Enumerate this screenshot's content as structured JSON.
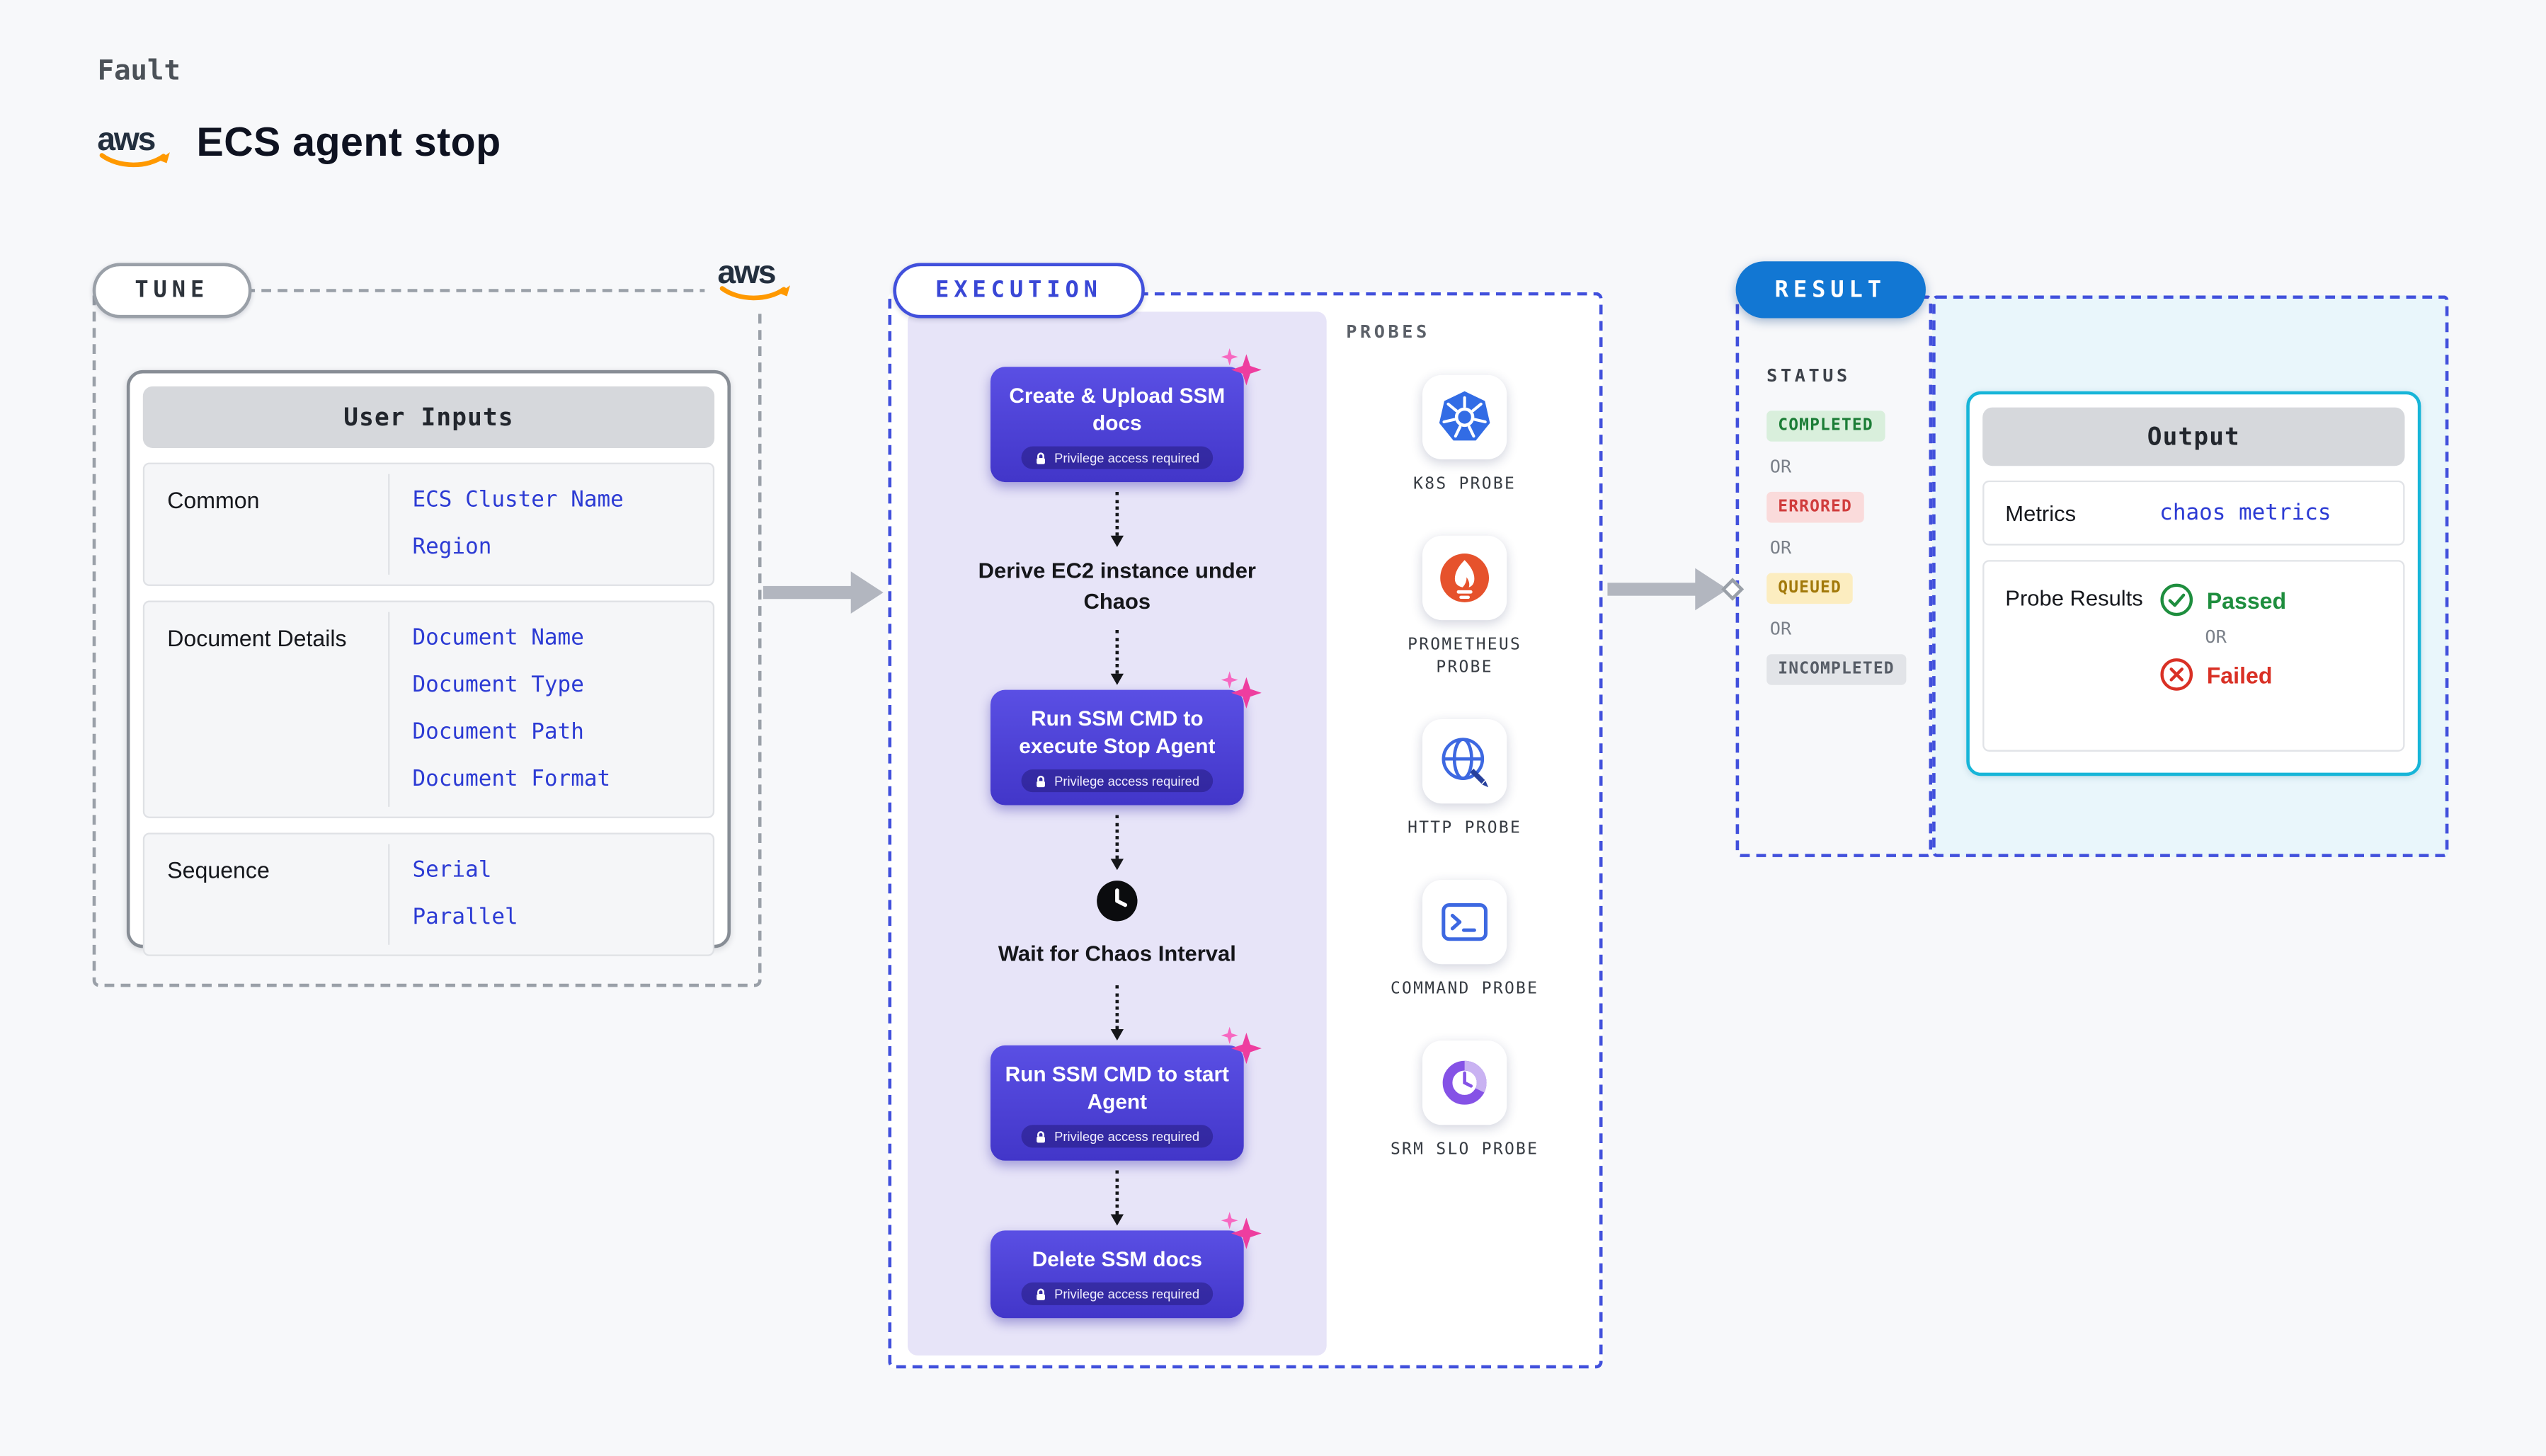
{
  "colors": {
    "page-bg": "#f7f8fa",
    "accent-purple": "#4c40da",
    "panel-purple": "#e7e4f8",
    "exec-blue": "#4150dc",
    "result-blue": "#1277d3",
    "cyan": "#17b5d8",
    "cyan-bg": "#e9f6fb",
    "link-blue": "#2c3bd4",
    "green": "#1e8e3e",
    "red": "#d93025",
    "yellow": "#a2790a",
    "gray-arrow": "#b2b6bf",
    "sparkle-pink": "#ee3d9f",
    "aws-orange": "#ff9900"
  },
  "icons": {
    "aws-logo": "aws smile arrow",
    "sparkle": "✦",
    "lock": "🔒",
    "clock": "🕐",
    "k8s-probe": "kubernetes helm wheel",
    "prometheus-probe": "flame",
    "http-probe": "globe",
    "command-probe": ">_",
    "srm-slo-probe": "purple gauge ring",
    "check": "✓",
    "cross": "✕",
    "flow-arrow": "→"
  },
  "header": {
    "fault_label": "Fault",
    "title": "ECS agent stop",
    "aws_logo_text": "aws"
  },
  "tune": {
    "pill": "TUNE",
    "card_title": "User Inputs",
    "rows": [
      {
        "label": "Common",
        "values": [
          "ECS Cluster Name",
          "Region"
        ]
      },
      {
        "label": "Document Details",
        "values": [
          "Document Name",
          "Document Type",
          "Document Path",
          "Document Format"
        ]
      },
      {
        "label": "Sequence",
        "values": [
          "Serial",
          "Parallel"
        ]
      }
    ]
  },
  "execution": {
    "pill": "EXECUTION",
    "privilege_note": "Privilege access required",
    "steps": [
      {
        "type": "action",
        "label": "Create & Upload SSM docs"
      },
      {
        "type": "text",
        "label": "Derive EC2 instance under Chaos"
      },
      {
        "type": "action",
        "label": "Run SSM CMD to execute Stop Agent"
      },
      {
        "type": "wait",
        "label": "Wait for Chaos Interval"
      },
      {
        "type": "action",
        "label": "Run SSM CMD to start Agent"
      },
      {
        "type": "action",
        "label": "Delete SSM docs"
      }
    ]
  },
  "probes": {
    "heading": "PROBES",
    "items": [
      {
        "icon": "k8s-probe",
        "label": "K8S PROBE"
      },
      {
        "icon": "prometheus-probe",
        "label": "PROMETHEUS PROBE"
      },
      {
        "icon": "http-probe",
        "label": "HTTP PROBE"
      },
      {
        "icon": "command-probe",
        "label": "COMMAND PROBE"
      },
      {
        "icon": "srm-slo-probe",
        "label": "SRM SLO PROBE"
      }
    ]
  },
  "result": {
    "pill": "RESULT",
    "status_heading": "STATUS",
    "or": "OR",
    "statuses": [
      {
        "label": "COMPLETED",
        "variant": "completed"
      },
      {
        "label": "ERRORED",
        "variant": "errored"
      },
      {
        "label": "QUEUED",
        "variant": "queued"
      },
      {
        "label": "INCOMPLETED",
        "variant": "incompleted"
      }
    ],
    "output": {
      "title": "Output",
      "metrics_label": "Metrics",
      "metrics_value": "chaos metrics",
      "probe_results_label": "Probe Results",
      "passed": "Passed",
      "failed": "Failed"
    }
  }
}
